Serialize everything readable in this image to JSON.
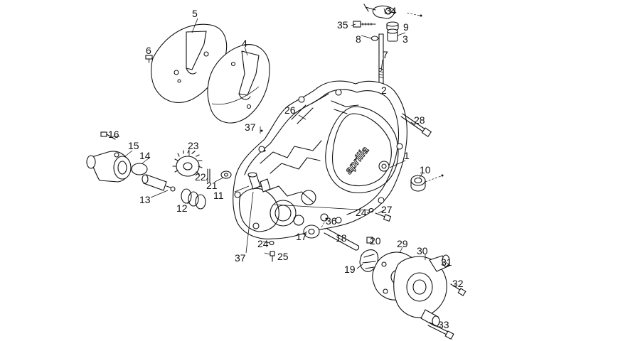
{
  "diagram": {
    "brand_text": "aprilia",
    "labels": {
      "l1": "1",
      "l2": "2",
      "l3": "3",
      "l4": "4",
      "l5": "5",
      "l6": "6",
      "l7": "7",
      "l8": "8",
      "l9": "9",
      "l10": "10",
      "l11": "11",
      "l12": "12",
      "l13": "13",
      "l14": "14",
      "l15": "15",
      "l16": "16",
      "l17": "17",
      "l18": "18",
      "l19": "19",
      "l20": "20",
      "l21": "21",
      "l22": "22",
      "l23": "23",
      "l24a": "24",
      "l24b": "24",
      "l25": "25",
      "l26": "26",
      "l27": "27",
      "l28": "28",
      "l29": "29",
      "l30": "30",
      "l31": "31",
      "l32": "32",
      "l33": "33",
      "l34": "34",
      "l35": "35",
      "l36": "36",
      "l37a": "37",
      "l37b": "37"
    }
  }
}
